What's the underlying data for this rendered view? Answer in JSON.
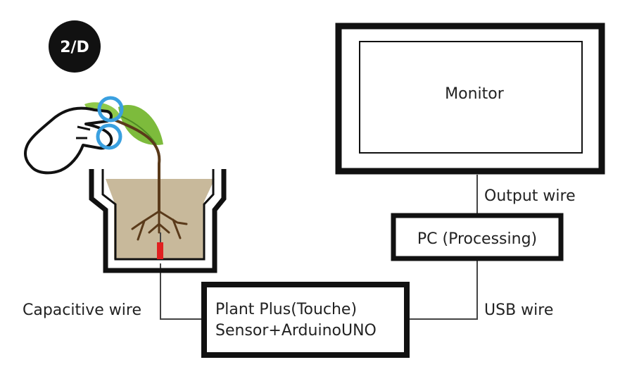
{
  "badge": {
    "text": "2/D"
  },
  "monitor": {
    "label": "Monitor"
  },
  "pc": {
    "label": "PC (Processing)"
  },
  "sensor": {
    "line1": "Plant Plus(Touche)",
    "line2": "Sensor+ArduinoUNO"
  },
  "wires": {
    "output": "Output wire",
    "usb": "USB wire",
    "capacitive": "Capacitive wire"
  },
  "colors": {
    "outline": "#111111",
    "soil": "#c8b99b",
    "leaf": "#7dbb3c",
    "leaf_dark": "#4f8a24",
    "stem": "#5a3a1a",
    "touch_ring": "#3aa0e0",
    "electrode": "#e02020",
    "text": "#222222"
  }
}
